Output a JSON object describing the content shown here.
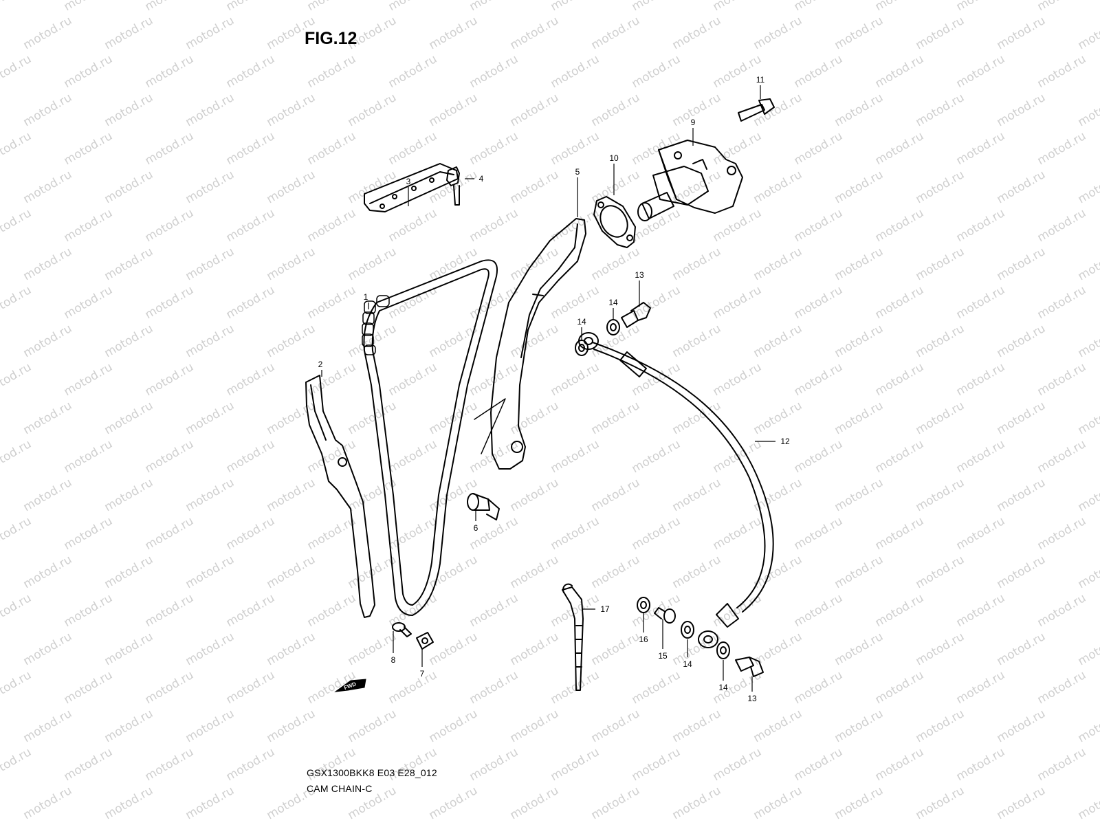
{
  "figure_title": "FIG.12",
  "watermark_text": "motod.ru",
  "fwd_label": "FWD",
  "model_code": "GSX1300BKK8 E03 E28_012",
  "diagram_name": "CAM CHAIN-C",
  "callouts": [
    {
      "id": "c1",
      "label": "1"
    },
    {
      "id": "c2",
      "label": "2"
    },
    {
      "id": "c3",
      "label": "3"
    },
    {
      "id": "c4",
      "label": "4"
    },
    {
      "id": "c5",
      "label": "5"
    },
    {
      "id": "c6",
      "label": "6"
    },
    {
      "id": "c7",
      "label": "7"
    },
    {
      "id": "c8",
      "label": "8"
    },
    {
      "id": "c9",
      "label": "9"
    },
    {
      "id": "c10",
      "label": "10"
    },
    {
      "id": "c11",
      "label": "11"
    },
    {
      "id": "c12",
      "label": "12"
    },
    {
      "id": "c13a",
      "label": "13"
    },
    {
      "id": "c13b",
      "label": "13"
    },
    {
      "id": "c14a",
      "label": "14"
    },
    {
      "id": "c14b",
      "label": "14"
    },
    {
      "id": "c14c",
      "label": "14"
    },
    {
      "id": "c14d",
      "label": "14"
    },
    {
      "id": "c15",
      "label": "15"
    },
    {
      "id": "c16",
      "label": "16"
    },
    {
      "id": "c17",
      "label": "17"
    }
  ],
  "colors": {
    "line": "#000000",
    "watermark": "#cfcfcf",
    "background": "#ffffff"
  }
}
